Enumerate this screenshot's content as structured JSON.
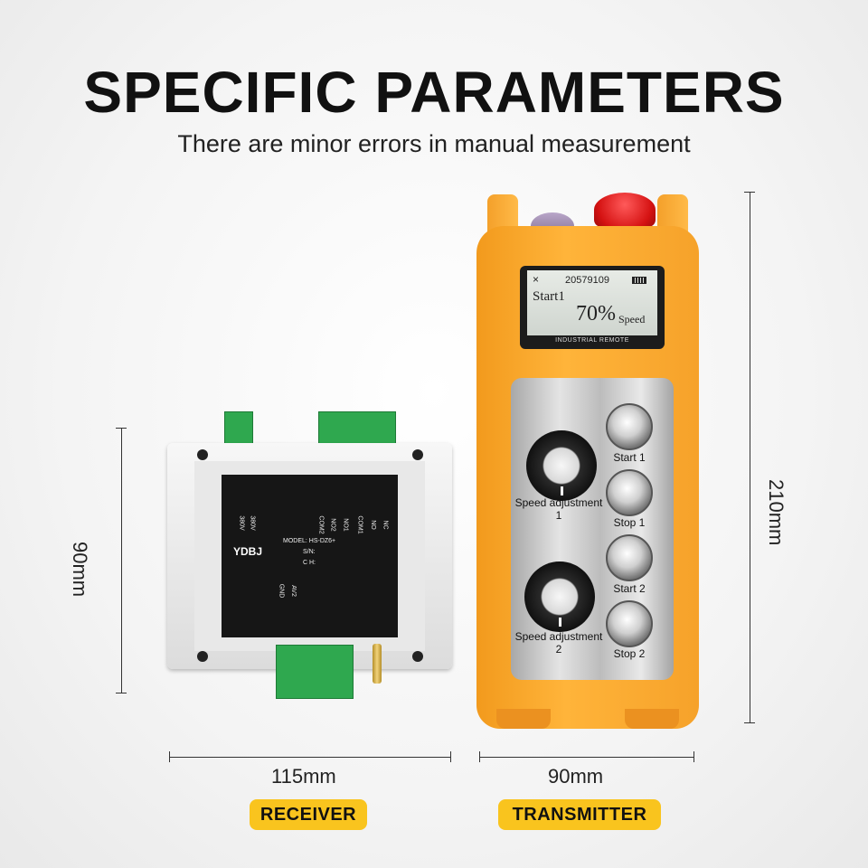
{
  "header": {
    "title": "SPECIFIC PARAMETERS",
    "subtitle": "There are minor errors in manual measurement"
  },
  "receiver": {
    "badge": "RECEIVER",
    "width_label": "115mm",
    "height_label": "90mm",
    "brand": "YDBJ",
    "model_text": "MODEL: HS-DZ6+",
    "sn_text": "S/N:",
    "ch_text": "C H:",
    "terminal_labels": [
      "380V",
      "380V",
      "COM2",
      "NO2",
      "NO1",
      "COM1",
      "NO",
      "NC",
      "GND",
      "AV2"
    ]
  },
  "transmitter": {
    "badge": "TRANSMITTER",
    "width_label": "90mm",
    "height_label": "210mm",
    "screen": {
      "close_glyph": "×",
      "id": "20579109",
      "mode": "Start1",
      "value": "70%",
      "unit": "Speed",
      "caption": "INDUSTRIAL REMOTE"
    },
    "controls": {
      "knob1": "Speed adjustment\n1",
      "knob1_line1": "Speed adjustment",
      "knob1_line2": "1",
      "knob2_line1": "Speed adjustment",
      "knob2_line2": "2",
      "start1": "Start 1",
      "stop1": "Stop 1",
      "start2": "Start 2",
      "stop2": "Stop 2"
    }
  },
  "colors": {
    "badge": "#f9c41e",
    "transmitter_body": "#ffb43a",
    "estop": "#d51212",
    "terminal": "#2fa84f"
  }
}
